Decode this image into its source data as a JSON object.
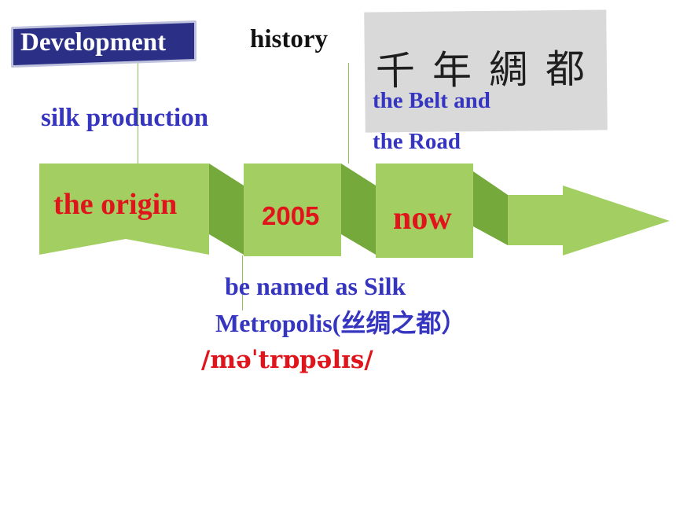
{
  "badge": {
    "label": "Development"
  },
  "header": {
    "title": "history"
  },
  "labels": {
    "silk_production": "silk production",
    "belt_line1": "the Belt and",
    "belt_line2": "the Road",
    "named_line1": "be named as Silk",
    "named_line2": "Metropolis(丝绸之都）",
    "phonetic": "/məˈtrɒpəlɪs/"
  },
  "timeline": {
    "origin": "the origin",
    "year": "2005",
    "now": "now"
  },
  "image": {
    "calligraphy": "千年綢都"
  },
  "colors": {
    "badge_bg": "#2b2f86",
    "arrow_light": "#a3cf62",
    "arrow_dark": "#76a93b",
    "blue_text": "#3535c0",
    "red_text": "#e0141b"
  }
}
